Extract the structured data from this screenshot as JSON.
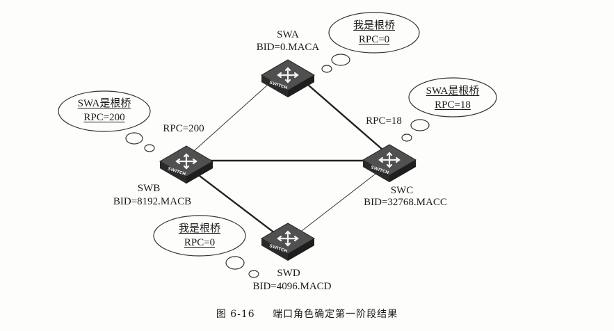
{
  "switch_label": "SWITCH",
  "switches": {
    "swa": {
      "name": "SWA",
      "bid": "BID=0.MACA"
    },
    "swb": {
      "name": "SWB",
      "bid": "BID=8192.MACB"
    },
    "swc": {
      "name": "SWC",
      "bid": "BID=32768.MACC"
    },
    "swd": {
      "name": "SWD",
      "bid": "BID=4096.MACD"
    }
  },
  "link_labels": {
    "swb_swa": "RPC=200",
    "swc_swa": "RPC=18"
  },
  "bubbles": {
    "swa": {
      "line1": "我是根桥",
      "line2": "RPC=0"
    },
    "swb": {
      "line1": "SWA是根桥",
      "line2": "RPC=200"
    },
    "swc": {
      "line1": "SWA是根桥",
      "line2": "RPC=18"
    },
    "swd": {
      "line1": "我是根桥",
      "line2": "RPC=0"
    }
  },
  "caption": {
    "figure": "图 6-16",
    "title": "端口角色确定第一阶段结果"
  }
}
